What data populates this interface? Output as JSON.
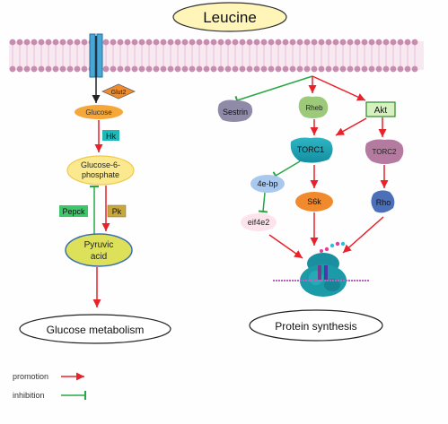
{
  "title": "Leucine",
  "left": {
    "glut2": "Glut2",
    "glucose": "Glucose",
    "hk": "Hk",
    "g6p_line1": "Glucose-6-",
    "g6p_line2": "phosphate",
    "pepck": "Pepck",
    "pk": "Pk",
    "pyruvic_line1": "Pyruvic",
    "pyruvic_line2": "acid",
    "outcome": "Glucose metabolism"
  },
  "right": {
    "sestrin": "Sestrin",
    "rheb": "Rheb",
    "akt": "Akt",
    "torc1": "TORC1",
    "torc2": "TORC2",
    "fourebp": "4e-bp",
    "s6k": "S6k",
    "rho": "Rho",
    "eif4e2": "eif4e2",
    "outcome": "Protein synthesis"
  },
  "legend": {
    "promotion": "promotion",
    "inhibition": "inhibition",
    "promotion_color": "#e8212a",
    "inhibition_color": "#27a844"
  }
}
